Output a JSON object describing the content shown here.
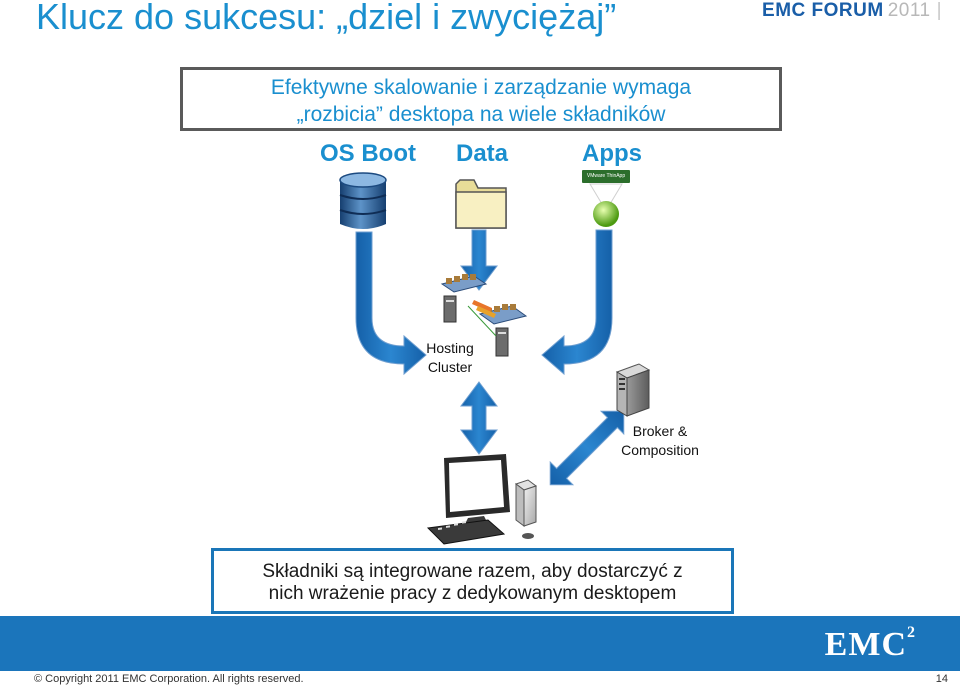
{
  "slide": {
    "title": "Klucz do sukcesu: „dziel i zwyciężaj”",
    "brand": {
      "name": "EMC FORUM",
      "year": "2011"
    },
    "intro_line1": "Efektywne skalowanie i zarządzanie wymaga",
    "intro_line2": "„rozbicia” desktopa na wiele składników",
    "components": {
      "os_boot": "OS Boot",
      "data": "Data",
      "apps": "Apps",
      "thinapp_badge": "VMware ThinApp"
    },
    "hosting_line1": "Hosting",
    "hosting_line2": "Cluster",
    "broker_line1": "Broker &",
    "broker_line2": "Composition",
    "summary_line1": "Składniki są integrowane razem, aby dostarczyć z",
    "summary_line2": "nich wrażenie pracy z dedykowanym desktopem",
    "logo": "EMC",
    "logo_sup": "2",
    "copyright": "© Copyright 2011 EMC Corporation. All rights reserved.",
    "page_number": "14"
  },
  "colors": {
    "accent": "#1a8fcf",
    "arrow_blue": "#1b6fb8",
    "band": "#1b75bb"
  }
}
